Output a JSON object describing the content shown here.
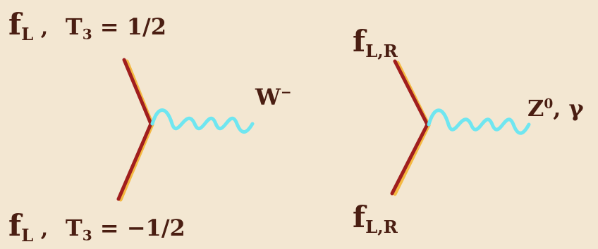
{
  "left_vertex": {
    "top_label": {
      "f": "f",
      "f_sub": "L",
      "comma": " ,",
      "t": "T",
      "t_sub": "3",
      "eq": " = 1/2"
    },
    "bottom_label": {
      "f": "f",
      "f_sub": "L",
      "comma": " ,",
      "t": "T",
      "t_sub": "3",
      "eq": " = −1/2"
    },
    "boson_label": {
      "main": "W",
      "sup": "−"
    }
  },
  "right_vertex": {
    "top_label": {
      "f": "f",
      "f_sub": "L,R"
    },
    "bottom_label": {
      "f": "f",
      "f_sub": "L,R"
    },
    "boson_label": {
      "z": "Z",
      "z_sup": "0",
      "rest": ", γ"
    }
  },
  "colors": {
    "background": "#f3e7d2",
    "fermion_line": "#a01e1e",
    "fermion_highlight": "#f4b942",
    "boson_line": "#6fe6f0",
    "text": "#4a1e12"
  }
}
